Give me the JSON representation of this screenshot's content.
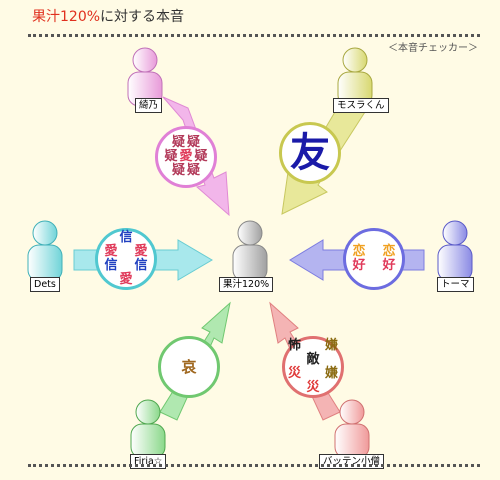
{
  "title": {
    "highlight": "果汁120%",
    "rest": "に対する本音"
  },
  "checker": "＜本音チェッカー＞",
  "center": {
    "label": "果汁120%",
    "color": "#a9a9a9"
  },
  "people": {
    "ayano": {
      "label": "綺乃",
      "color": "#e89ad9"
    },
    "mosrakun": {
      "label": "モスラくん",
      "color": "#dcdc7a"
    },
    "dets": {
      "label": "Dets",
      "color": "#7fd9dc"
    },
    "toma": {
      "label": "トーマ",
      "color": "#8f90e6"
    },
    "firia": {
      "label": "Firia☆",
      "color": "#8fdc8f"
    },
    "batten": {
      "label": "バッテン小僧",
      "color": "#f0a0a0"
    }
  },
  "badges": {
    "ayano": {
      "rows": [
        [
          "疑",
          "疑"
        ],
        [
          "疑",
          "愛",
          "疑"
        ],
        [
          "疑",
          "疑"
        ]
      ]
    },
    "mosrakun": {
      "big": "友"
    },
    "dets": {
      "rows": [
        [
          "",
          "信",
          ""
        ],
        [
          "愛",
          "",
          "愛"
        ],
        [
          "信",
          "",
          "信"
        ],
        [
          "",
          "愛",
          ""
        ]
      ]
    },
    "toma": {
      "rows": [
        [
          "恋",
          "",
          "恋"
        ],
        [
          "",
          "",
          ""
        ],
        [
          "好",
          "",
          "好"
        ]
      ]
    },
    "firia": {
      "single": "哀"
    },
    "batten": {
      "rows": [
        [
          "怖",
          "嫌"
        ],
        [
          "",
          "敵",
          ""
        ],
        [
          "災",
          "嫌"
        ],
        [
          "",
          "災",
          ""
        ]
      ]
    }
  },
  "colors": {
    "pink": "#e06ed0",
    "olive": "#b0b030",
    "cyan": "#40c0c8",
    "blue": "#5a5ad8",
    "green": "#40b840",
    "red": "#e06060"
  }
}
